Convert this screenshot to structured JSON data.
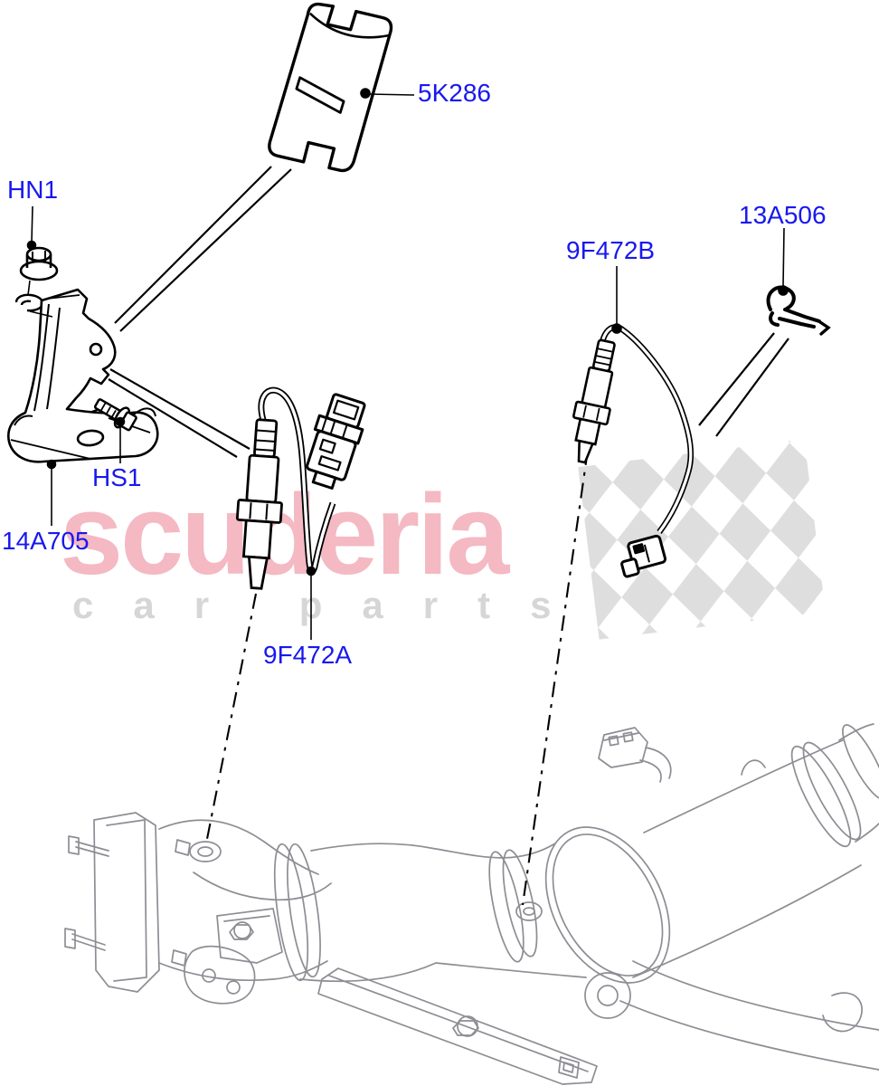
{
  "page": {
    "background": "#ffffff"
  },
  "parts": [
    {
      "code": "5K286"
    },
    {
      "code": "HN1"
    },
    {
      "code": "13A506"
    },
    {
      "code": "9F472B"
    },
    {
      "code": "9F472A"
    },
    {
      "code": "HS1"
    },
    {
      "code": "14A705"
    }
  ],
  "watermark": {
    "brand": "scuderia",
    "tagline": "car parts",
    "brand_color": "#f4b9c2",
    "tagline_color": "#d6d6d6",
    "flag_color": "#dedede"
  },
  "colors": {
    "label_text": "#1818ef",
    "part_line": "#000000",
    "assembly_line": "#8d8d94"
  }
}
